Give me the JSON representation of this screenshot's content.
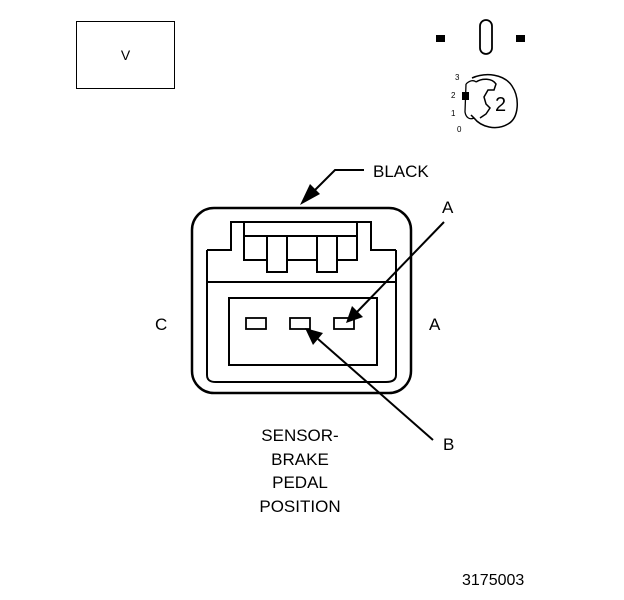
{
  "view_box_label": "V",
  "position_scale": [
    "3",
    "2",
    "1",
    "0"
  ],
  "key_number": "2",
  "color_label": "BLACK",
  "terminal_labels": {
    "a_top": "A",
    "a_side": "A",
    "b": "B",
    "c": "C"
  },
  "caption": [
    "SENSOR-",
    "BRAKE",
    "PEDAL",
    "POSITION"
  ],
  "figure_number": "3175003"
}
